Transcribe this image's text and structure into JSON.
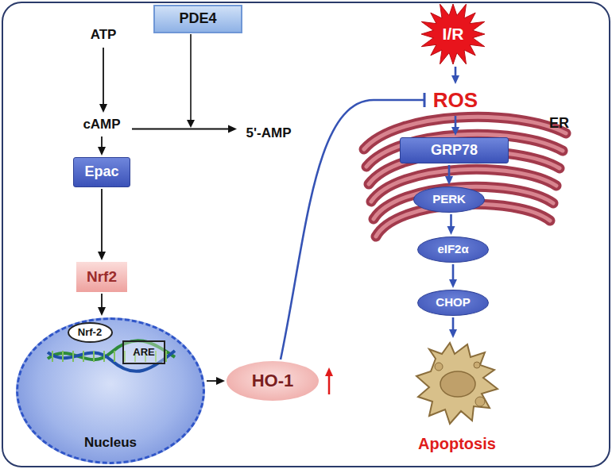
{
  "diagram": {
    "nodes": [
      {
        "text": [
          "PDE4"
        ]
      },
      {
        "text": [
          "ATP"
        ]
      },
      {
        "text": [
          "cAMP"
        ]
      },
      {
        "text": [
          "5'-AMP"
        ]
      },
      {
        "text": [
          "Epac"
        ]
      },
      {
        "text": [
          "Nrf2"
        ]
      },
      {
        "text": [
          "Nucleus"
        ]
      },
      {
        "text": [
          "Nrf-2"
        ],
        "in": 6
      },
      {
        "text": [
          "ARE"
        ],
        "in": 6
      },
      {
        "text": [
          "HO-1"
        ]
      },
      {
        "text": [
          "I/R"
        ]
      },
      {
        "text": [
          "ROS"
        ]
      },
      {
        "text": [
          "ER"
        ]
      },
      {
        "text": [
          "GRP78"
        ],
        "in": 12
      },
      {
        "text": [
          "PERK"
        ],
        "in": 12
      },
      {
        "text": [
          "eIF2α"
        ]
      },
      {
        "text": [
          "CHOP"
        ]
      },
      {
        "text": [
          "Apoptosis"
        ]
      }
    ],
    "edges": [
      {
        "from": 1,
        "to": 2,
        "arrow": "to"
      },
      {
        "from": 2,
        "to": 3,
        "arrow": "to"
      },
      {
        "from": 2,
        "to": 4,
        "arrow": "to"
      },
      {
        "from": 4,
        "to": 5,
        "arrow": "to"
      },
      {
        "from": 5,
        "to": 6,
        "arrow": "to"
      },
      {
        "from": 6,
        "to": 9,
        "arrow": "to"
      },
      {
        "from": 9,
        "to": 11,
        "arrow": "to"
      },
      {
        "from": 10,
        "to": 11,
        "arrow": "to"
      },
      {
        "from": 11,
        "to": 13,
        "arrow": "to"
      },
      {
        "from": 13,
        "to": 14,
        "arrow": "to"
      },
      {
        "from": 14,
        "to": 15,
        "arrow": "to"
      },
      {
        "from": 15,
        "to": 16,
        "arrow": "to"
      },
      {
        "from": 16,
        "to": 17,
        "arrow": "to"
      }
    ]
  }
}
